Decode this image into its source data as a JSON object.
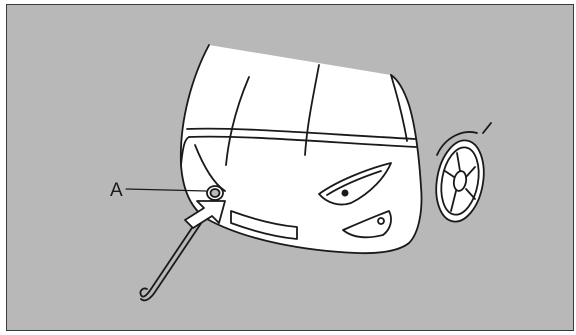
{
  "figure": {
    "callout_label": "A",
    "colors": {
      "background": "#b8b8b8",
      "line": "#1a1a1a",
      "car_fill": "#ffffff",
      "frame_border": "#3a3a3a"
    },
    "depicts": [
      "car-front",
      "front-wheel",
      "tow-hook-cover",
      "tow-hook"
    ]
  }
}
